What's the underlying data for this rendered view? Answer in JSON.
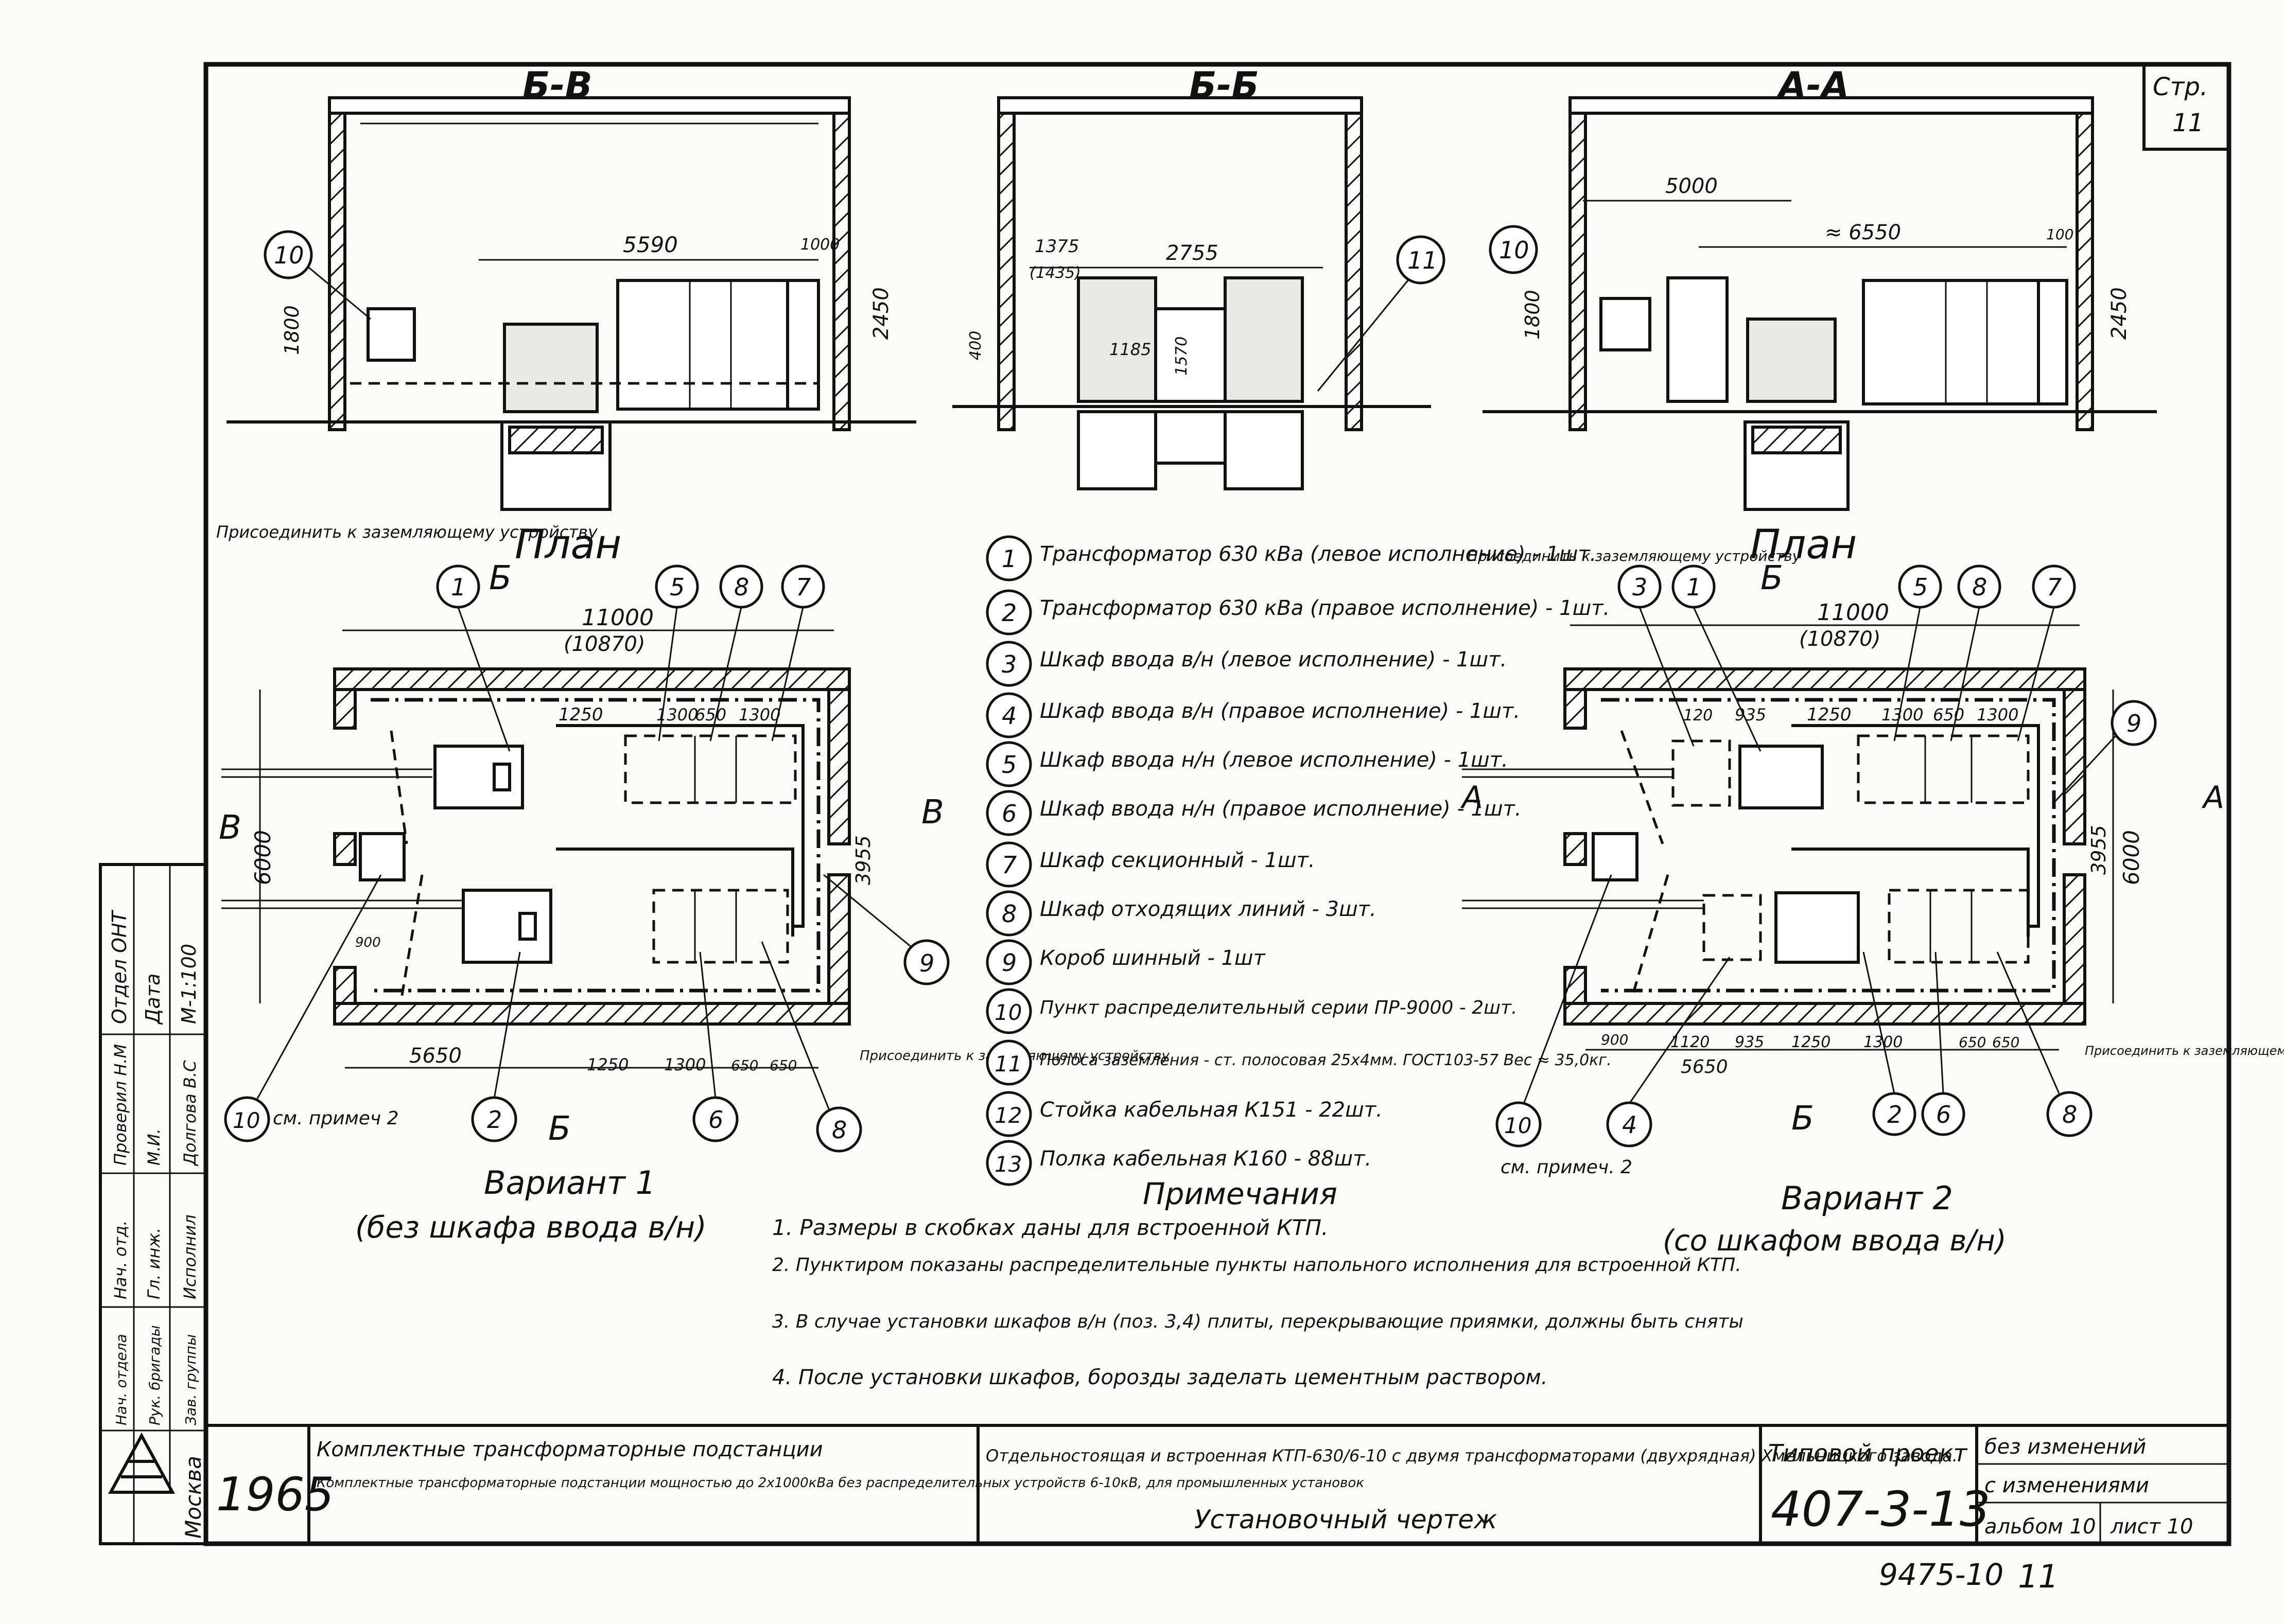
{
  "page": {
    "number_label": "Стр.",
    "number": "11"
  },
  "sections": {
    "bb_left": "Б-В",
    "bb_mid": "Б-Б",
    "aa": "А-А"
  },
  "section_dims": {
    "left_top": "5590",
    "left_top_small": "1000",
    "left_h1": "1800",
    "left_h2": "2450",
    "mid_a": "1375",
    "mid_b": "2755",
    "mid_c": "(1435)",
    "mid_d": "1185",
    "mid_e": "1570",
    "mid_f": "400",
    "right_a": "5000",
    "right_b": "≈ 6550",
    "right_c": "100",
    "right_h1": "1800",
    "right_h2": "2450"
  },
  "plan_titles": {
    "left": "План",
    "right": "План"
  },
  "connect_notes": {
    "left_top": "Присоединить к заземляющему устройству",
    "right_top": "Присоединить к заземляющему устройству",
    "left_bottom": "Присоединить к заземляющему устройству",
    "right_bottom": "Присоединить к заземляющему устройству"
  },
  "plan_dims": {
    "overall": "11000",
    "overall_built": "(10870)",
    "height": "6000",
    "inner": "3955",
    "l_1250": "1250",
    "l_1300a": "1300",
    "l_650": "650",
    "l_1300b": "1300",
    "l_900": "900",
    "l_5650": "5650",
    "l_b1250": "1250",
    "l_b1300": "1300",
    "l_b650a": "650",
    "l_b650b": "650",
    "r_120": "120",
    "r_935": "935",
    "r_1250": "1250",
    "r_1300a": "1300",
    "r_650": "650",
    "r_1300b": "1300",
    "r_900": "900",
    "r_1120": "1120",
    "r_b935": "935",
    "r_b1250": "1250",
    "r_b1300": "1300",
    "r_b650a": "650",
    "r_b650b": "650",
    "r_5650": "5650",
    "r_height": "6000",
    "r_inner": "3955"
  },
  "section_marks": {
    "b": "Б",
    "v": "В",
    "a": "А"
  },
  "see_note": "см. примеч 2",
  "see_note_right": "см. примеч. 2",
  "variants": {
    "v1_title": "Вариант 1",
    "v1_sub": "(без шкафа ввода в/н)",
    "v2_title": "Вариант 2",
    "v2_sub": "(со шкафом ввода в/н)"
  },
  "legend": [
    {
      "n": "1",
      "text": "Трансформатор 630 кВа (левое исполнение) - 1шт."
    },
    {
      "n": "2",
      "text": "Трансформатор 630 кВа (правое исполнение) - 1шт."
    },
    {
      "n": "3",
      "text": "Шкаф ввода в/н (левое исполнение) - 1шт."
    },
    {
      "n": "4",
      "text": "Шкаф ввода в/н (правое исполнение) - 1шт."
    },
    {
      "n": "5",
      "text": "Шкаф ввода н/н (левое исполнение) - 1шт."
    },
    {
      "n": "6",
      "text": "Шкаф ввода н/н (правое исполнение) - 1шт."
    },
    {
      "n": "7",
      "text": "Шкаф секционный - 1шт."
    },
    {
      "n": "8",
      "text": "Шкаф отходящих линий - 3шт."
    },
    {
      "n": "9",
      "text": "Короб шинный - 1шт"
    },
    {
      "n": "10",
      "text": "Пункт распределительный серии ПР-9000 - 2шт."
    },
    {
      "n": "11",
      "text": "Полоса заземления - ст. полосовая 25х4мм. ГОСТ103-57 Вес ≈ 35,0кг."
    },
    {
      "n": "12",
      "text": "Стойка кабельная К151 - 22шт."
    },
    {
      "n": "13",
      "text": "Полка кабельная К160 - 88шт."
    }
  ],
  "notes": {
    "title": "Примечания",
    "items": [
      "1. Размеры в скобках даны для встроенной КТП.",
      "2. Пунктиром показаны распределительные пункты напольного исполнения для встроенной КТП.",
      "3. В случае установки шкафов в/н (поз. 3,4) плиты, перекрывающие приямки, должны быть сняты",
      "4. После установки шкафов, борозды заделать цементным раствором."
    ]
  },
  "side_stamp": {
    "rows": [
      [
        "Отдел ОНТ",
        "Дата",
        "М-1:100"
      ],
      [
        "Проверил Н.М",
        "М.И.",
        "Долгова В.С"
      ],
      [
        "Нач. отд.",
        "Гл. инж.",
        "Исполнил"
      ],
      [
        "Нач. отдела",
        "Рук. бригады",
        "Зав. группы"
      ]
    ],
    "city": "Москва"
  },
  "title_block": {
    "year": "1965",
    "desc1": "Комплектные трансформаторные подстанции мощностью до 2х1000кВа без распределительных устройств 6-10кВ, для промышленных установок",
    "desc2": "Отдельностоящая и встроенная КТП-630/6-10 с двумя трансформаторами (двухрядная) Хмельницкого завода.",
    "desc3": "Установочный чертеж",
    "type_label": "Типовой проект",
    "project": "407-3-13",
    "no_changes": "без изменений",
    "with_changes": "с изменениями",
    "album": "альбом 10",
    "sheet": "лист 10",
    "footer_code": "9475-10",
    "footer_sheet": "11"
  }
}
